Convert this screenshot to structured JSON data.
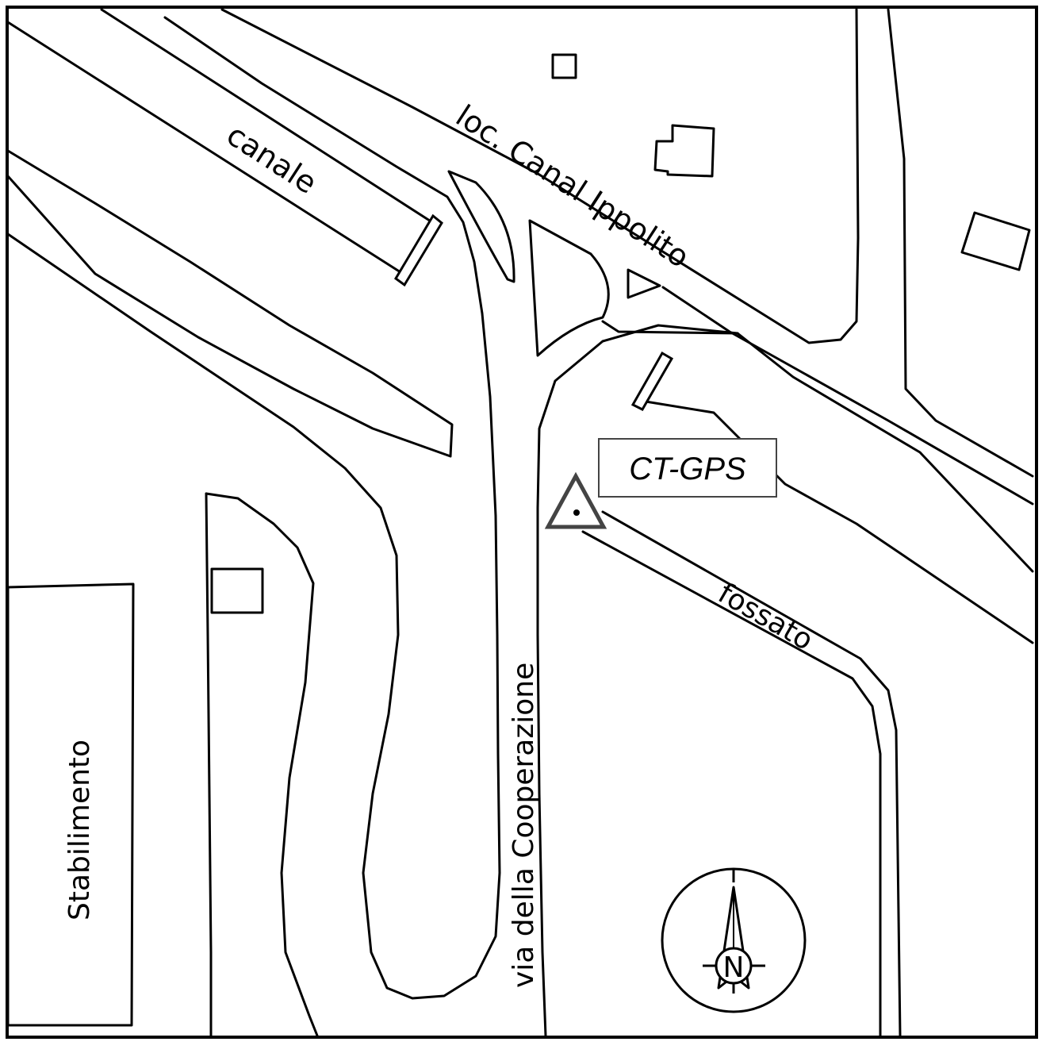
{
  "map": {
    "labels": {
      "canale": "canale",
      "road_canal_ippolito": "loc. Canal Ippolito",
      "road_cooperazione": "via della Cooperazione",
      "fossato": "fossato",
      "building": "Stabilimento",
      "station": "CT-GPS"
    },
    "compass": {
      "north_letter": "N"
    },
    "colors": {
      "line": "#000000",
      "background": "#ffffff",
      "station_box_border": "#444444"
    }
  }
}
